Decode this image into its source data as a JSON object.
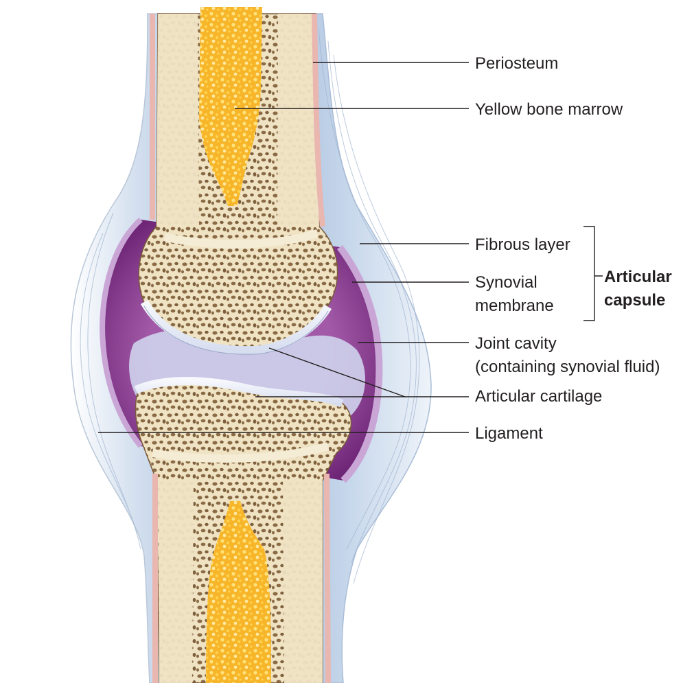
{
  "labels": {
    "periosteum": "Periosteum",
    "yellow_marrow": "Yellow bone marrow",
    "fibrous_layer": "Fibrous layer",
    "synovial_membrane_1": "Synovial",
    "synovial_membrane_2": "membrane",
    "joint_cavity_1": "Joint cavity",
    "joint_cavity_2": "(containing synovial fluid)",
    "articular_cartilage": "Articular cartilage",
    "ligament": "Ligament"
  },
  "group": {
    "articular_capsule_1": "Articular",
    "articular_capsule_2": "capsule"
  },
  "colors": {
    "bone": "#efe3c4",
    "spongy_pores": "#8a6b45",
    "marrow": "#f7b52a",
    "marrow_highlight": "#ffe27a",
    "cartilage": "#e8eef8",
    "synovial_cavity": "#7b2d82",
    "synovial_light": "#c9a6d6",
    "capsule_fibrous": "#c7d7ea",
    "ligament": "#eaf0f7",
    "periosteum": "#e9b6b0",
    "text": "#231f20"
  }
}
